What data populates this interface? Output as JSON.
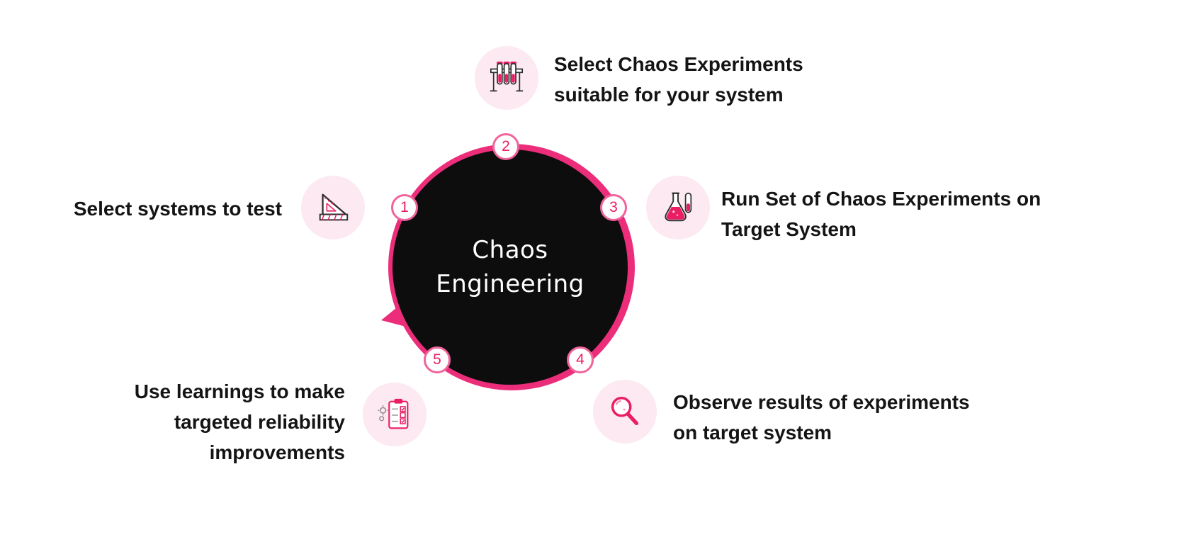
{
  "diagram": {
    "center": {
      "title_line1": "Chaos",
      "title_line2": "Engineering"
    },
    "colors": {
      "ring_pink": "#EC2E7A",
      "accent_pink": "#E91E63",
      "badge_border_pink": "#F0639B",
      "icon_bg_pink": "#FCE9F1",
      "circle_black": "#0D0D0D",
      "text_black": "#141414"
    },
    "steps": [
      {
        "number": "1",
        "icon": "set-square-icon",
        "label": "Select systems to test"
      },
      {
        "number": "2",
        "icon": "test-tube-rack-icon",
        "label": "Select Chaos Experiments\nsuitable for your system"
      },
      {
        "number": "3",
        "icon": "flask-icon",
        "label": "Run Set of Chaos Experiments on\nTarget System"
      },
      {
        "number": "4",
        "icon": "magnifying-glass-icon",
        "label": "Observe results of experiments\non target system"
      },
      {
        "number": "5",
        "icon": "clipboard-checklist-icon",
        "label": "Use learnings to make\ntargeted reliability\nimprovements"
      }
    ]
  }
}
